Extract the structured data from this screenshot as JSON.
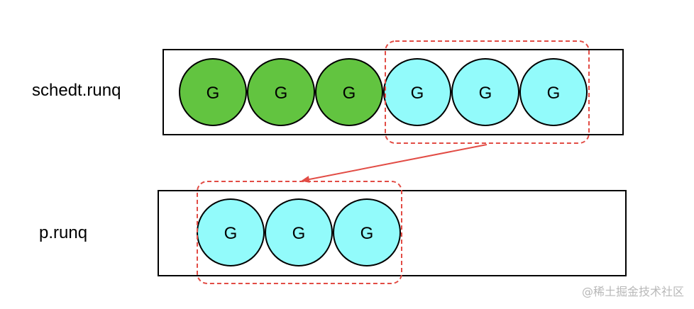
{
  "labels": {
    "top_queue": "schedt.runq",
    "bottom_queue": "p.runq"
  },
  "top_queue": {
    "goroutines": [
      {
        "text": "G",
        "state": "green"
      },
      {
        "text": "G",
        "state": "green"
      },
      {
        "text": "G",
        "state": "green"
      },
      {
        "text": "G",
        "state": "cyan"
      },
      {
        "text": "G",
        "state": "cyan"
      },
      {
        "text": "G",
        "state": "cyan"
      }
    ]
  },
  "bottom_queue": {
    "goroutines": [
      {
        "text": "G",
        "state": "cyan"
      },
      {
        "text": "G",
        "state": "cyan"
      },
      {
        "text": "G",
        "state": "cyan"
      }
    ]
  },
  "colors": {
    "green": "#62c440",
    "cyan": "#92fbfb",
    "stroke": "#000000",
    "highlight": "#e24c45"
  },
  "watermark": "@稀土掘金技术社区"
}
